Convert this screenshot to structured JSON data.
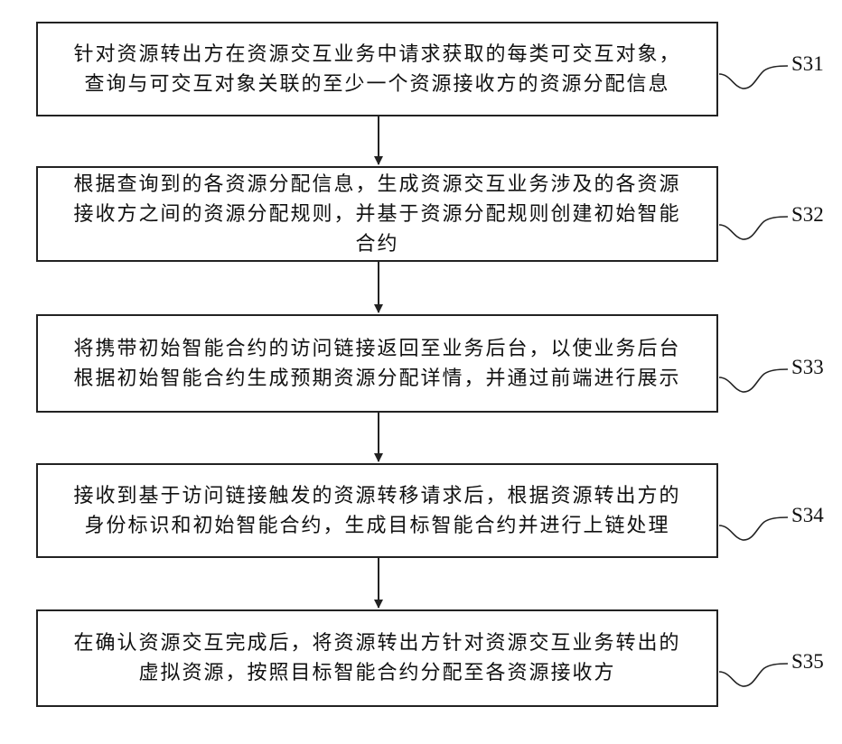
{
  "steps": [
    {
      "id": "S31",
      "text": "针对资源转出方在资源交互业务中请求获取的每类可交互对象，\n查询与可交互对象关联的至少一个资源接收方的资源分配信息"
    },
    {
      "id": "S32",
      "text": "根据查询到的各资源分配信息，生成资源交互业务涉及的各资源\n接收方之间的资源分配规则，并基于资源分配规则创建初始智能\n合约"
    },
    {
      "id": "S33",
      "text": "将携带初始智能合约的访问链接返回至业务后台，以使业务后台\n根据初始智能合约生成预期资源分配详情，并通过前端进行展示"
    },
    {
      "id": "S34",
      "text": "接收到基于访问链接触发的资源转移请求后，根据资源转出方的\n身份标识和初始智能合约，生成目标智能合约并进行上链处理"
    },
    {
      "id": "S35",
      "text": "在确认资源交互完成后，将资源转出方针对资源交互业务转出的\n虚拟资源，按照目标智能合约分配至各资源接收方"
    }
  ],
  "colors": {
    "line": "#222222",
    "text": "#111111",
    "background": "#ffffff"
  }
}
